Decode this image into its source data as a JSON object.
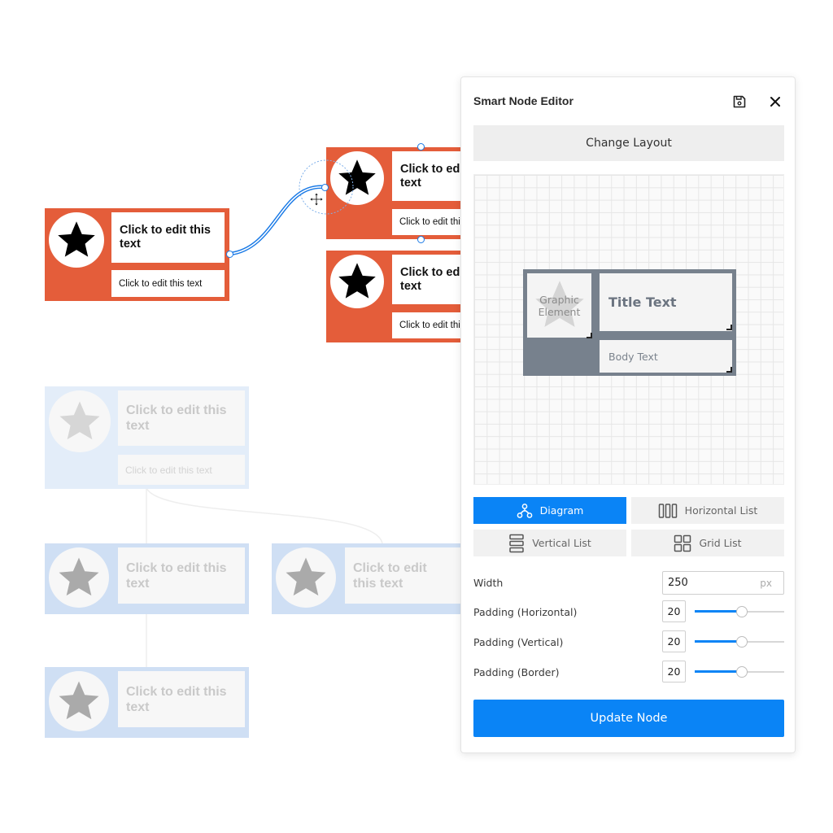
{
  "canvas": {
    "nodes": {
      "main": {
        "title": "Click to edit this text",
        "body": "Click to edit this text"
      },
      "child_top": {
        "title": "Click to edit this text",
        "body": "Click to edit this text"
      },
      "child_bottom": {
        "title": "Click to edit this text",
        "body": "Click to edit this text"
      },
      "ghost_root": {
        "title": "Click to edit this text",
        "body": "Click to edit this text"
      },
      "ghost_a": {
        "title": "Click to edit this text"
      },
      "ghost_b": {
        "title": "Click to edit this text"
      },
      "ghost_c": {
        "title": "Click to edit this text"
      }
    },
    "icons": {
      "node_graphic": "star-icon",
      "move_cursor": "move-cursor-icon"
    },
    "colors": {
      "active_node": "#e45d3a",
      "ghost_node": "#cfdff4",
      "connector": "#1a7ae6"
    }
  },
  "panel": {
    "title": "Smart Node Editor",
    "save_icon": "save-icon",
    "close_icon": "close-icon",
    "change_layout_label": "Change Layout",
    "preview": {
      "graphic_label": "Graphic Element",
      "title_label": "Title Text",
      "body_label": "Body Text"
    },
    "layouts": [
      {
        "label": "Diagram",
        "icon": "diagram-icon",
        "selected": true
      },
      {
        "label": "Horizontal List",
        "icon": "horizontal-list-icon",
        "selected": false
      },
      {
        "label": "Vertical List",
        "icon": "vertical-list-icon",
        "selected": false
      },
      {
        "label": "Grid List",
        "icon": "grid-list-icon",
        "selected": false
      }
    ],
    "width": {
      "label": "Width",
      "value": "250",
      "unit": "px"
    },
    "padding_horizontal": {
      "label": "Padding (Horizontal)",
      "value": "20",
      "level_percent": 53
    },
    "padding_vertical": {
      "label": "Padding (Vertical)",
      "value": "20",
      "level_percent": 53
    },
    "padding_border": {
      "label": "Padding (Border)",
      "value": "20",
      "level_percent": 53
    },
    "update_label": "Update Node",
    "accent_color": "#0a84f6"
  }
}
